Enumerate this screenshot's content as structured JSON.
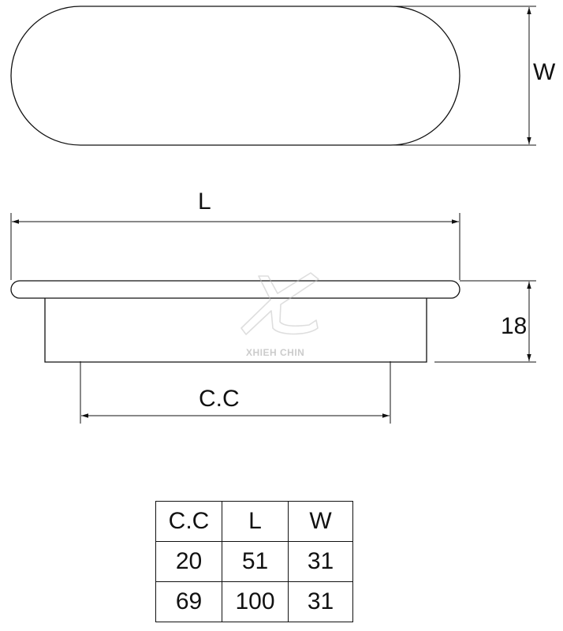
{
  "drawing": {
    "dimensions": {
      "width_label": "W",
      "length_label": "L",
      "height_label": "18",
      "center_label": "C.C"
    },
    "watermark": {
      "text": "XHIEH CHIN",
      "icon": "xc-logo-icon"
    }
  },
  "spec_table": {
    "headers": [
      "C.C",
      "L",
      "W"
    ],
    "rows": [
      [
        "20",
        "51",
        "31"
      ],
      [
        "69",
        "100",
        "31"
      ]
    ]
  }
}
